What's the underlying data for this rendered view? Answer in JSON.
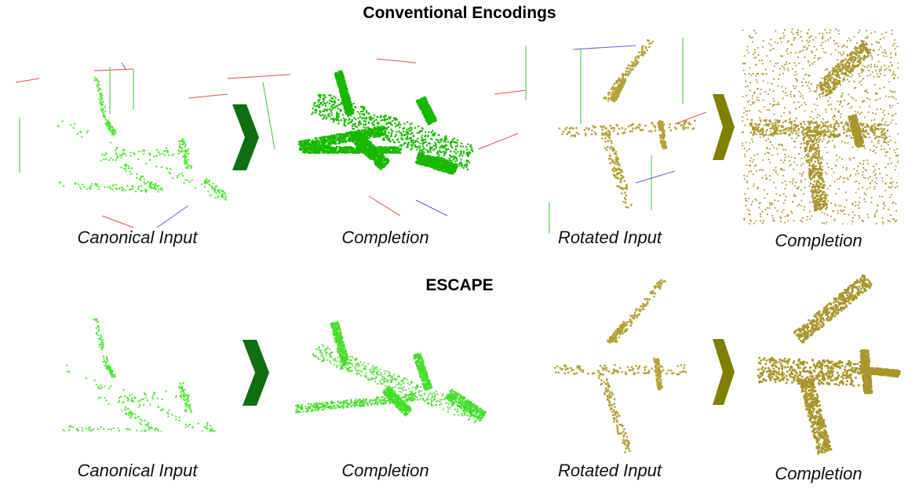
{
  "titles": {
    "conventional": "Conventional Encodings",
    "escape": "ESCAPE"
  },
  "captions": {
    "canonical_input": "Canonical Input",
    "completion": "Completion",
    "rotated_input": "Rotated Input"
  },
  "colors": {
    "canonical_green": "#4de830",
    "completion_green_dense": "#18b800",
    "completion_green_light": "#44dd2a",
    "rotated_olive": "#b3a238",
    "completion_olive": "#a8962c",
    "arrow_green": "#0f6e12",
    "arrow_olive": "#808000",
    "axis_red": "#e05050",
    "axis_green": "#40c040",
    "axis_blue": "#6060e0"
  },
  "icons": {
    "transition": "chevron-right-icon"
  }
}
